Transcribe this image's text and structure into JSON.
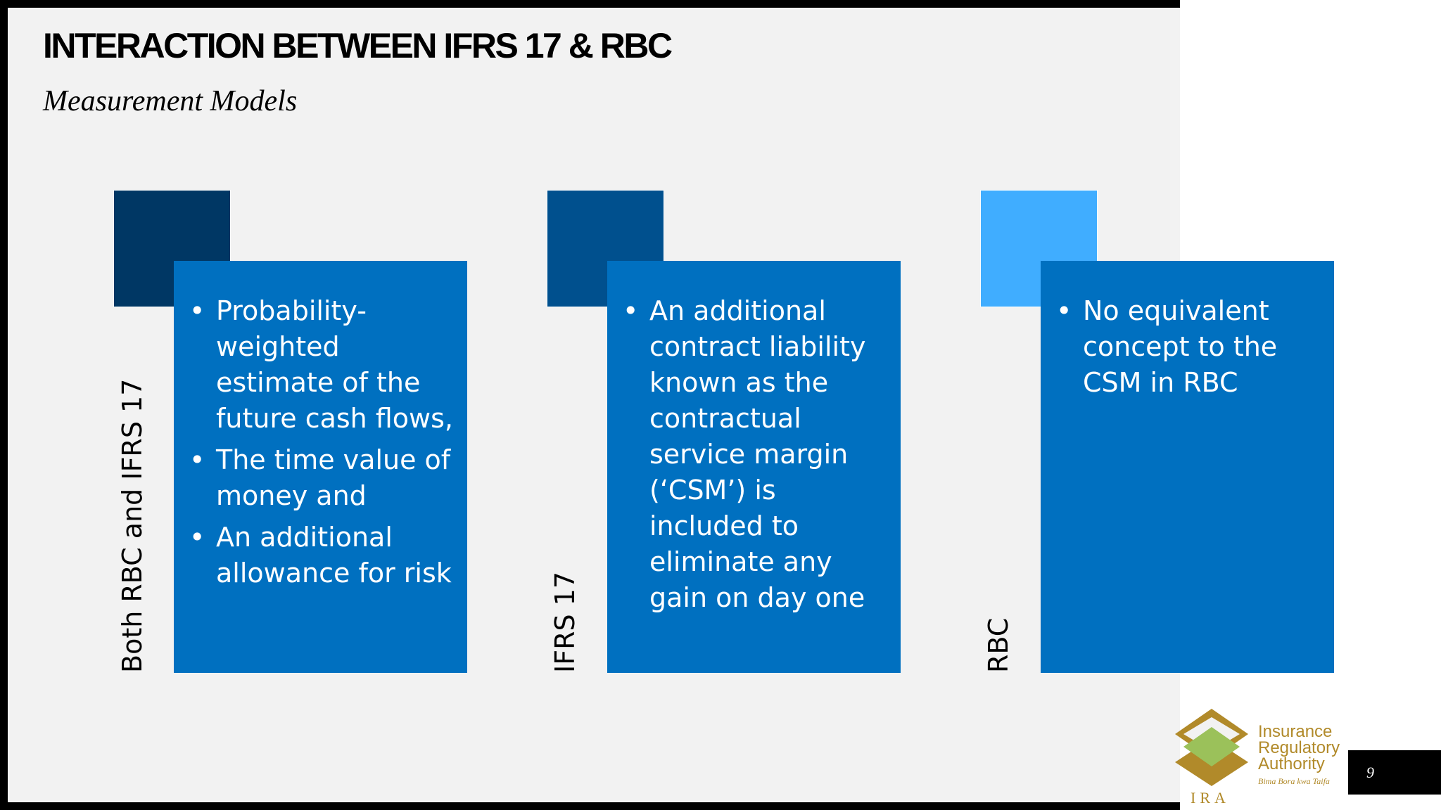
{
  "slide": {
    "title": "INTERACTION BETWEEN IFRS 17 & RBC",
    "subtitle": "Measurement Models",
    "page_number": "9"
  },
  "columns": [
    {
      "label": "Both RBC and IFRS 17",
      "square_color": "#003764",
      "bullets": [
        "Probability-weighted estimate of the future cash flows,",
        "The time value of money and",
        "An additional allowance for risk"
      ]
    },
    {
      "label": "IFRS 17",
      "square_color": "#00508e",
      "bullets": [
        "An additional contract liability known as the contractual service margin (‘CSM’) is included to eliminate any gain on day one"
      ]
    },
    {
      "label": "RBC",
      "square_color": "#40adff",
      "bullets": [
        "No equivalent concept to the CSM in RBC"
      ]
    }
  ],
  "logo": {
    "line1": "Insurance",
    "line2": "Regulatory",
    "line3": "Authority",
    "tagline": "Bima Bora kwa Taifa",
    "abbr": "IRA"
  },
  "colors": {
    "panel": "#0070c0",
    "background": "#f2f2f2",
    "logo_gold": "#b18a2a",
    "logo_green": "#9bc15a"
  }
}
